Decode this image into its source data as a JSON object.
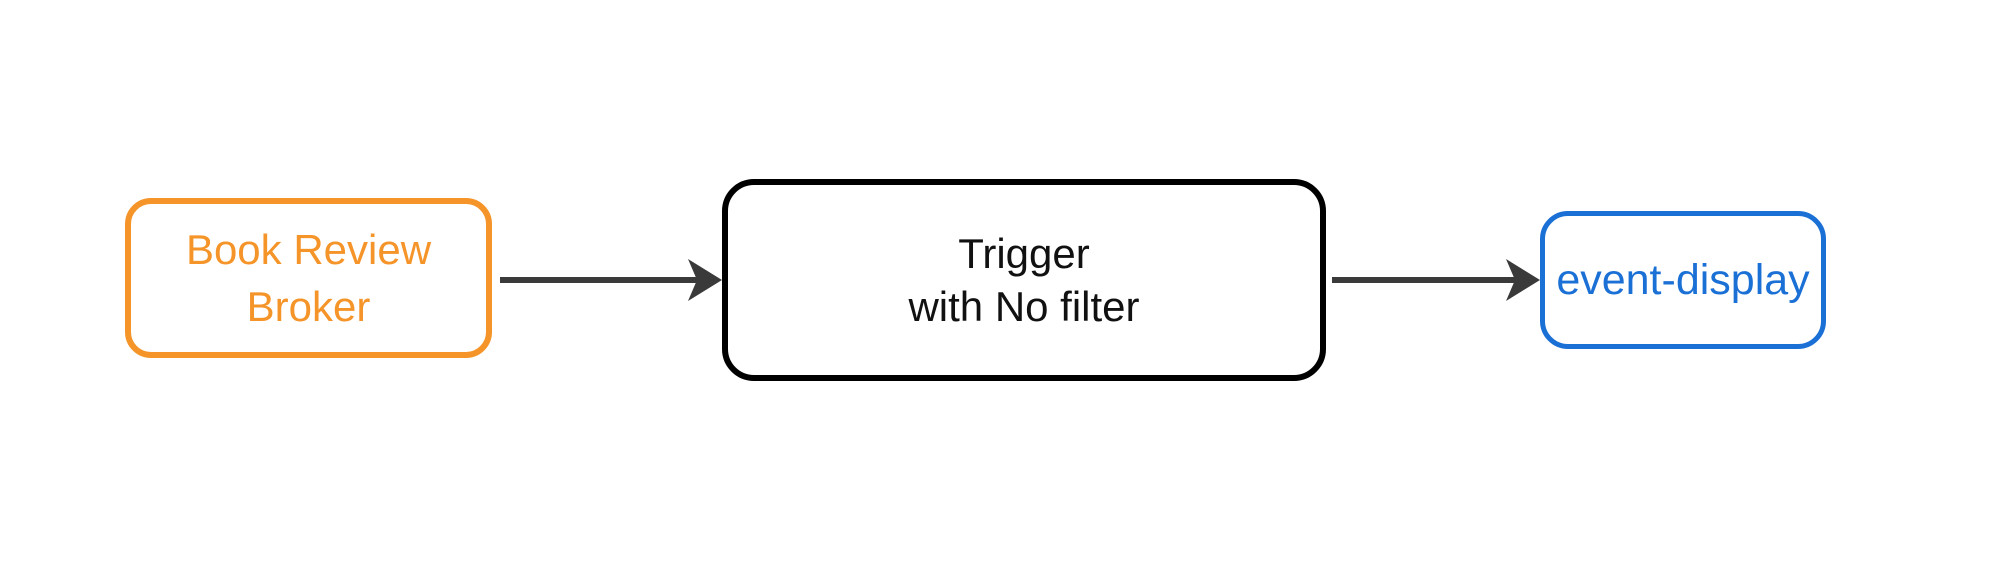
{
  "diagram": {
    "background_color": "#ffffff",
    "edge_color": "#3a3a3a",
    "nodes": [
      {
        "id": "book-review-broker",
        "label": "Book Review Broker",
        "line1": "Book Review",
        "line2": "Broker",
        "shape": "rounded-rect",
        "color": "#f59428",
        "text_color": "#f59428"
      },
      {
        "id": "trigger",
        "label": "Trigger with No filter",
        "line1": "Trigger",
        "line2": "with No filter",
        "shape": "rounded-rect",
        "color": "#000000",
        "text_color": "#111111"
      },
      {
        "id": "event-display",
        "label": "event-display",
        "line1": "event-display",
        "shape": "rounded-rect",
        "color": "#1b70d6",
        "text_color": "#1b70d6"
      }
    ],
    "edges": [
      {
        "from": "book-review-broker",
        "to": "trigger",
        "direction": "right",
        "style": "solid-arrow"
      },
      {
        "from": "trigger",
        "to": "event-display",
        "direction": "right",
        "style": "solid-arrow"
      }
    ]
  }
}
